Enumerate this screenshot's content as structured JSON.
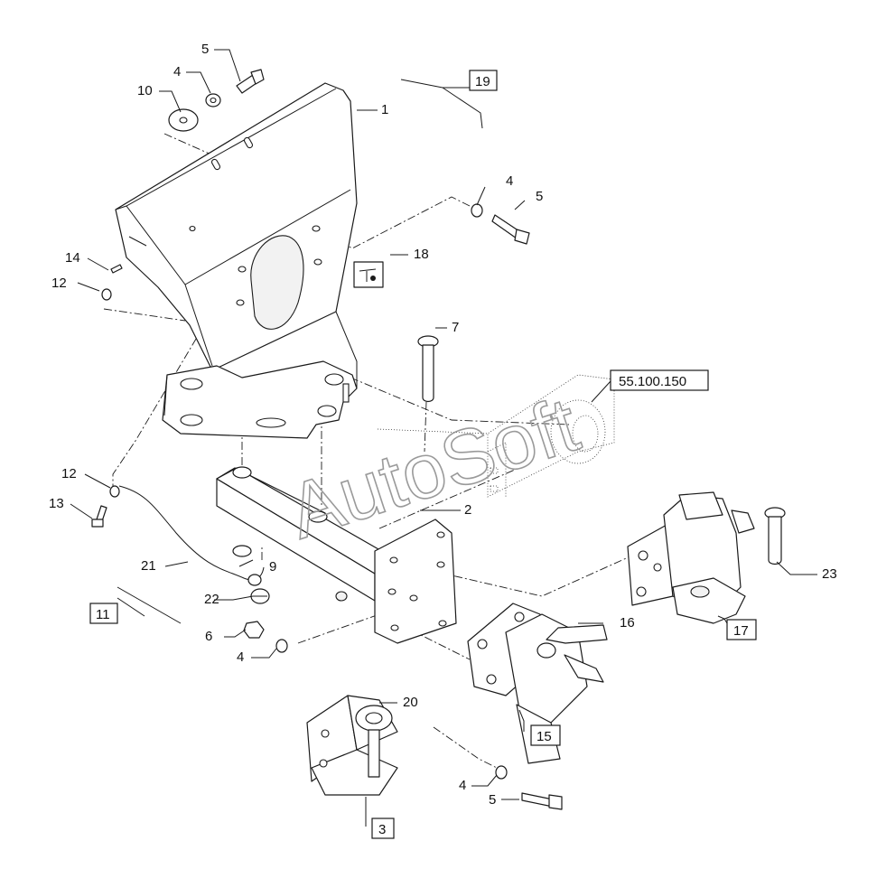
{
  "watermark": "AutoSoft",
  "callouts": {
    "c1": "1",
    "c2": "2",
    "c4a": "4",
    "c4b": "4",
    "c4c": "4",
    "c4d": "4",
    "c5a": "5",
    "c5b": "5",
    "c5c": "5",
    "c6": "6",
    "c7": "7",
    "c9": "9",
    "c10": "10",
    "c12a": "12",
    "c12b": "12",
    "c13": "13",
    "c14": "14",
    "c16": "16",
    "c18": "18",
    "c20": "20",
    "c21": "21",
    "c22": "22",
    "c23": "23"
  },
  "boxed": {
    "b3": "3",
    "b11": "11",
    "b15": "15",
    "b17": "17",
    "b19": "19",
    "bref": "55.100.150"
  }
}
